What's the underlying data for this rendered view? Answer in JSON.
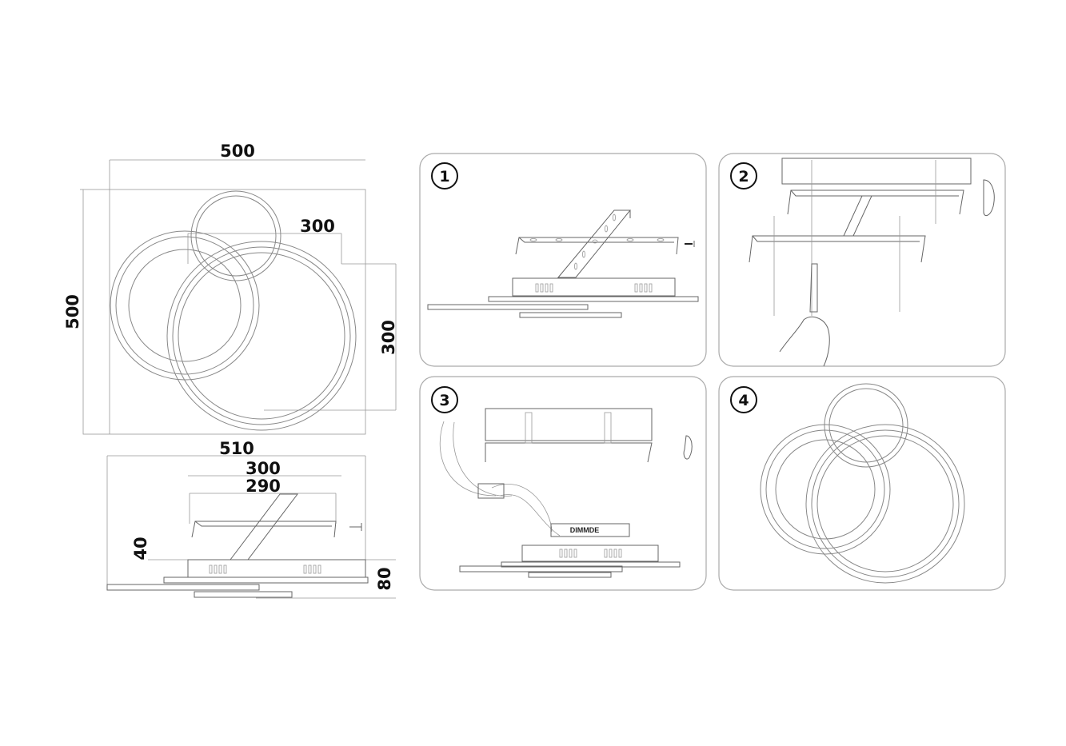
{
  "dimensions": {
    "top_width": "500",
    "left_height": "500",
    "inner_width": "300",
    "inner_height": "300",
    "side_width": "510",
    "side_bracket_width": "300",
    "side_bracket_inner": "290",
    "side_bracket_height": "40",
    "side_total_height": "80"
  },
  "steps": [
    {
      "number": "1"
    },
    {
      "number": "2"
    },
    {
      "number": "3",
      "driver_label": "DIMMDE"
    },
    {
      "number": "4"
    }
  ]
}
